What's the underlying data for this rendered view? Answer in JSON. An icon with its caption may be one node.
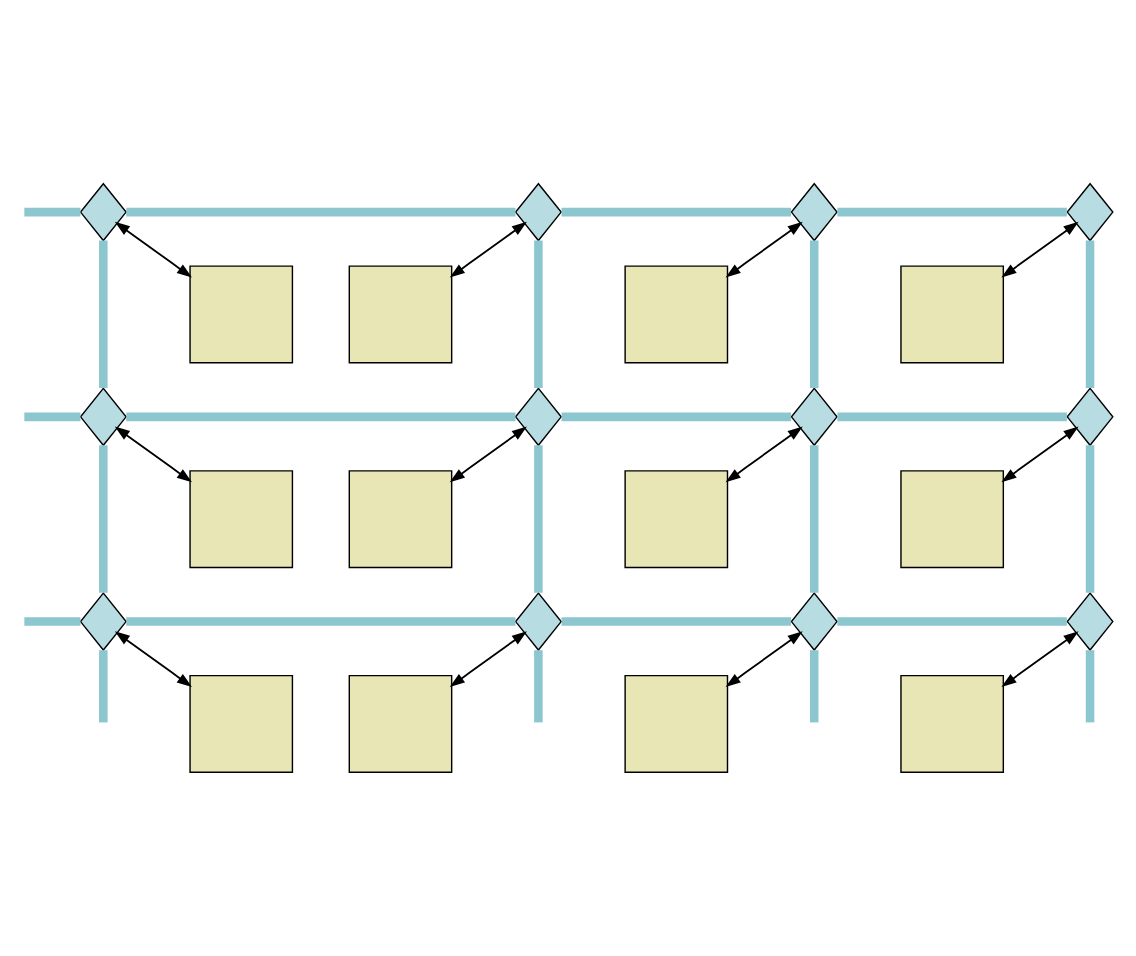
{
  "diagram": {
    "nodes": [
      {
        "text": [],
        "shape": "diamond"
      },
      {
        "text": [],
        "shape": "diamond"
      },
      {
        "text": [],
        "shape": "diamond"
      },
      {
        "text": [],
        "shape": "diamond"
      },
      {
        "text": [],
        "shape": "diamond"
      },
      {
        "text": [],
        "shape": "diamond"
      },
      {
        "text": [],
        "shape": "diamond"
      },
      {
        "text": [],
        "shape": "diamond"
      },
      {
        "text": [],
        "shape": "diamond"
      },
      {
        "text": [],
        "shape": "diamond"
      },
      {
        "text": [],
        "shape": "diamond"
      },
      {
        "text": [],
        "shape": "diamond"
      },
      {
        "text": [],
        "shape": "box"
      },
      {
        "text": [],
        "shape": "box"
      },
      {
        "text": [],
        "shape": "box"
      },
      {
        "text": [],
        "shape": "box"
      },
      {
        "text": [],
        "shape": "box"
      },
      {
        "text": [],
        "shape": "box"
      },
      {
        "text": [],
        "shape": "box"
      },
      {
        "text": [],
        "shape": "box"
      },
      {
        "text": [],
        "shape": "box"
      },
      {
        "text": [],
        "shape": "box"
      },
      {
        "text": [],
        "shape": "box"
      },
      {
        "text": [],
        "shape": "box"
      }
    ],
    "edges": [
      {
        "from": 0,
        "to": 12,
        "arrow": "both",
        "color": "#000000"
      },
      {
        "from": 1,
        "to": 13,
        "arrow": "both",
        "color": "#000000"
      },
      {
        "from": 2,
        "to": 14,
        "arrow": "both",
        "color": "#000000"
      },
      {
        "from": 3,
        "to": 15,
        "arrow": "both",
        "color": "#000000"
      },
      {
        "from": 4,
        "to": 16,
        "arrow": "both",
        "color": "#000000"
      },
      {
        "from": 5,
        "to": 17,
        "arrow": "both",
        "color": "#000000"
      },
      {
        "from": 6,
        "to": 18,
        "arrow": "both",
        "color": "#000000"
      },
      {
        "from": 7,
        "to": 19,
        "arrow": "both",
        "color": "#000000"
      },
      {
        "from": 8,
        "to": 20,
        "arrow": "both",
        "color": "#000000"
      },
      {
        "from": 9,
        "to": 21,
        "arrow": "both",
        "color": "#000000"
      },
      {
        "from": 10,
        "to": 22,
        "arrow": "both",
        "color": "#000000"
      },
      {
        "from": 11,
        "to": 23,
        "arrow": "both",
        "color": "#000000"
      },
      {
        "from": null,
        "to": 0,
        "arrow": "none"
      },
      {
        "from": 0,
        "to": 1,
        "arrow": "none"
      },
      {
        "from": 1,
        "to": 2,
        "arrow": "none"
      },
      {
        "from": 2,
        "to": 3,
        "arrow": "none"
      },
      {
        "from": null,
        "to": 4,
        "arrow": "none"
      },
      {
        "from": 4,
        "to": 5,
        "arrow": "none"
      },
      {
        "from": 5,
        "to": 6,
        "arrow": "none"
      },
      {
        "from": 6,
        "to": 7,
        "arrow": "none"
      },
      {
        "from": null,
        "to": 8,
        "arrow": "none"
      },
      {
        "from": 8,
        "to": 9,
        "arrow": "none"
      },
      {
        "from": 9,
        "to": 10,
        "arrow": "none"
      },
      {
        "from": 10,
        "to": 11,
        "arrow": "none"
      },
      {
        "from": 0,
        "to": 4,
        "arrow": "none"
      },
      {
        "from": 1,
        "to": 5,
        "arrow": "none"
      },
      {
        "from": 2,
        "to": 6,
        "arrow": "none"
      },
      {
        "from": 3,
        "to": 7,
        "arrow": "none"
      },
      {
        "from": 4,
        "to": 8,
        "arrow": "none"
      },
      {
        "from": 5,
        "to": 9,
        "arrow": "none"
      },
      {
        "from": 6,
        "to": 10,
        "arrow": "none"
      },
      {
        "from": 7,
        "to": 11,
        "arrow": "none"
      },
      {
        "from": 8,
        "to": null,
        "arrow": "none"
      },
      {
        "from": 9,
        "to": null,
        "arrow": "none"
      },
      {
        "from": 10,
        "to": null,
        "arrow": "none"
      },
      {
        "from": 11,
        "to": null,
        "arrow": "none"
      }
    ]
  }
}
